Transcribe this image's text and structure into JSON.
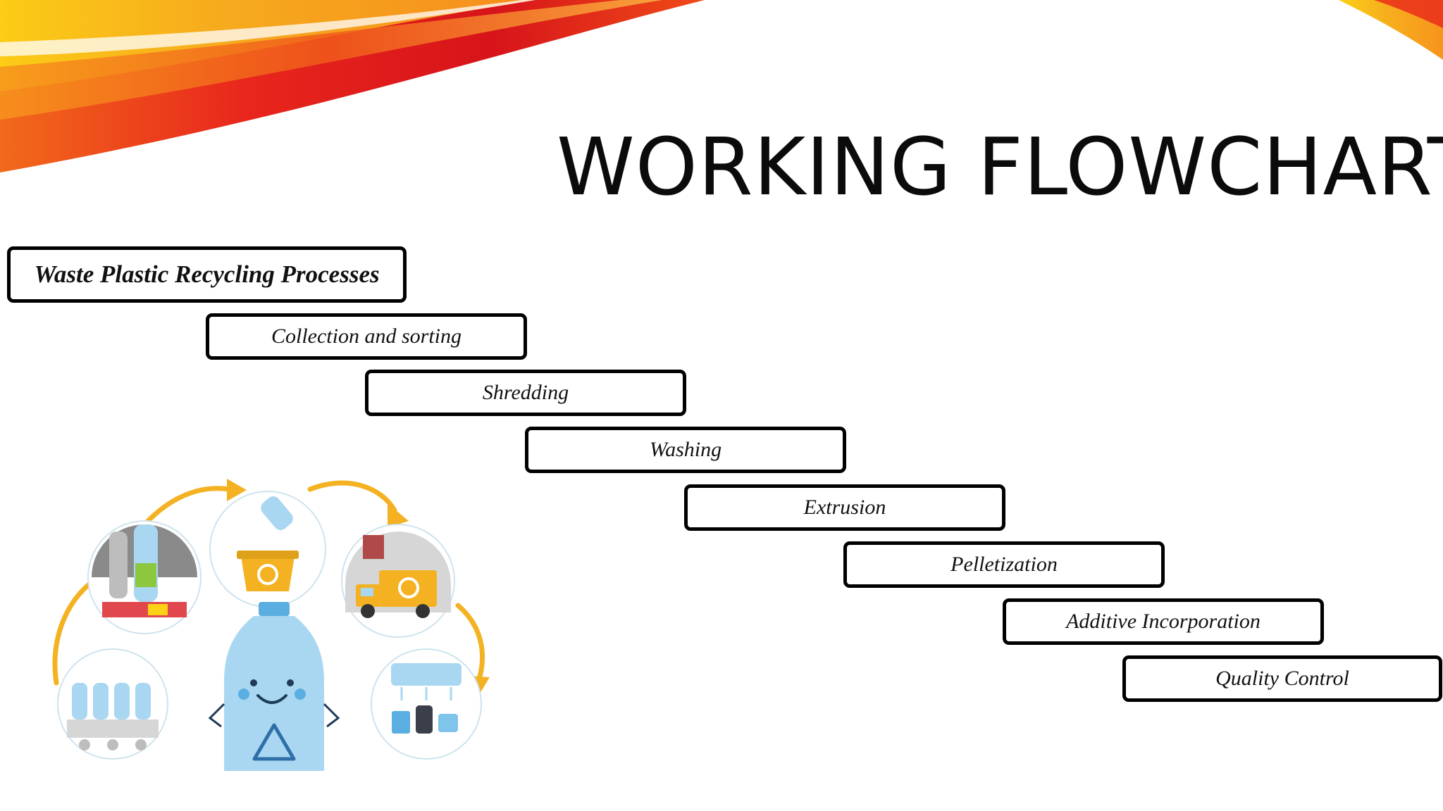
{
  "slide": {
    "title": "WORKING FLOWCHART"
  },
  "flowchart": {
    "header": "Waste Plastic Recycling Processes",
    "steps": [
      "Collection and sorting",
      "Shredding",
      "Washing",
      "Extrusion",
      "Pelletization",
      "Additive Incorporation",
      "Quality Control"
    ]
  },
  "illustration": {
    "icons": [
      "bottle-production-icon",
      "bottle-collection-icon",
      "recycling-bin-icon",
      "recycling-truck-icon",
      "recycled-products-icon",
      "smiling-bottle-icon",
      "recycle-arrow-icon"
    ]
  },
  "colors": {
    "arrow": "#f4b223",
    "bin": "#f4b223",
    "bottle": "#a9d7f2",
    "swoosh_red": "#e8261c",
    "swoosh_orange": "#f7941d",
    "swoosh_yellow": "#fcd116"
  }
}
